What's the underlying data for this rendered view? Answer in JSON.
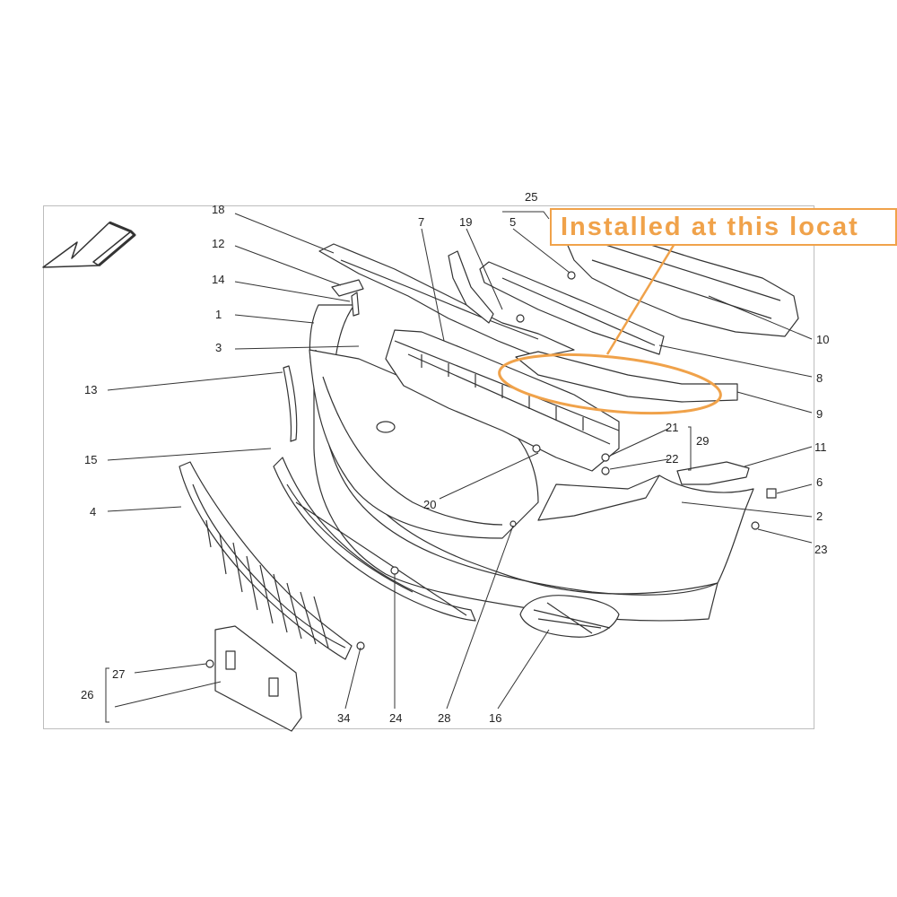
{
  "callout": {
    "text": "Installed at this locat",
    "color": "#f0a24a"
  },
  "labels": {
    "l18": "18",
    "l12": "12",
    "l14": "14",
    "l1": "1",
    "l3": "3",
    "l13": "13",
    "l15": "15",
    "l4": "4",
    "l27": "27",
    "l26": "26",
    "l7": "7",
    "l19": "19",
    "l5": "5",
    "l25": "25",
    "l10": "10",
    "l8": "8",
    "l9": "9",
    "l21": "21",
    "l29": "29",
    "l22": "22",
    "l11": "11",
    "l6": "6",
    "l2": "2",
    "l23": "23",
    "l20": "20",
    "l34": "34",
    "l24": "24",
    "l28": "28",
    "l16": "16"
  },
  "icons": {
    "direction_arrow": "arrow-down-left-icon"
  }
}
